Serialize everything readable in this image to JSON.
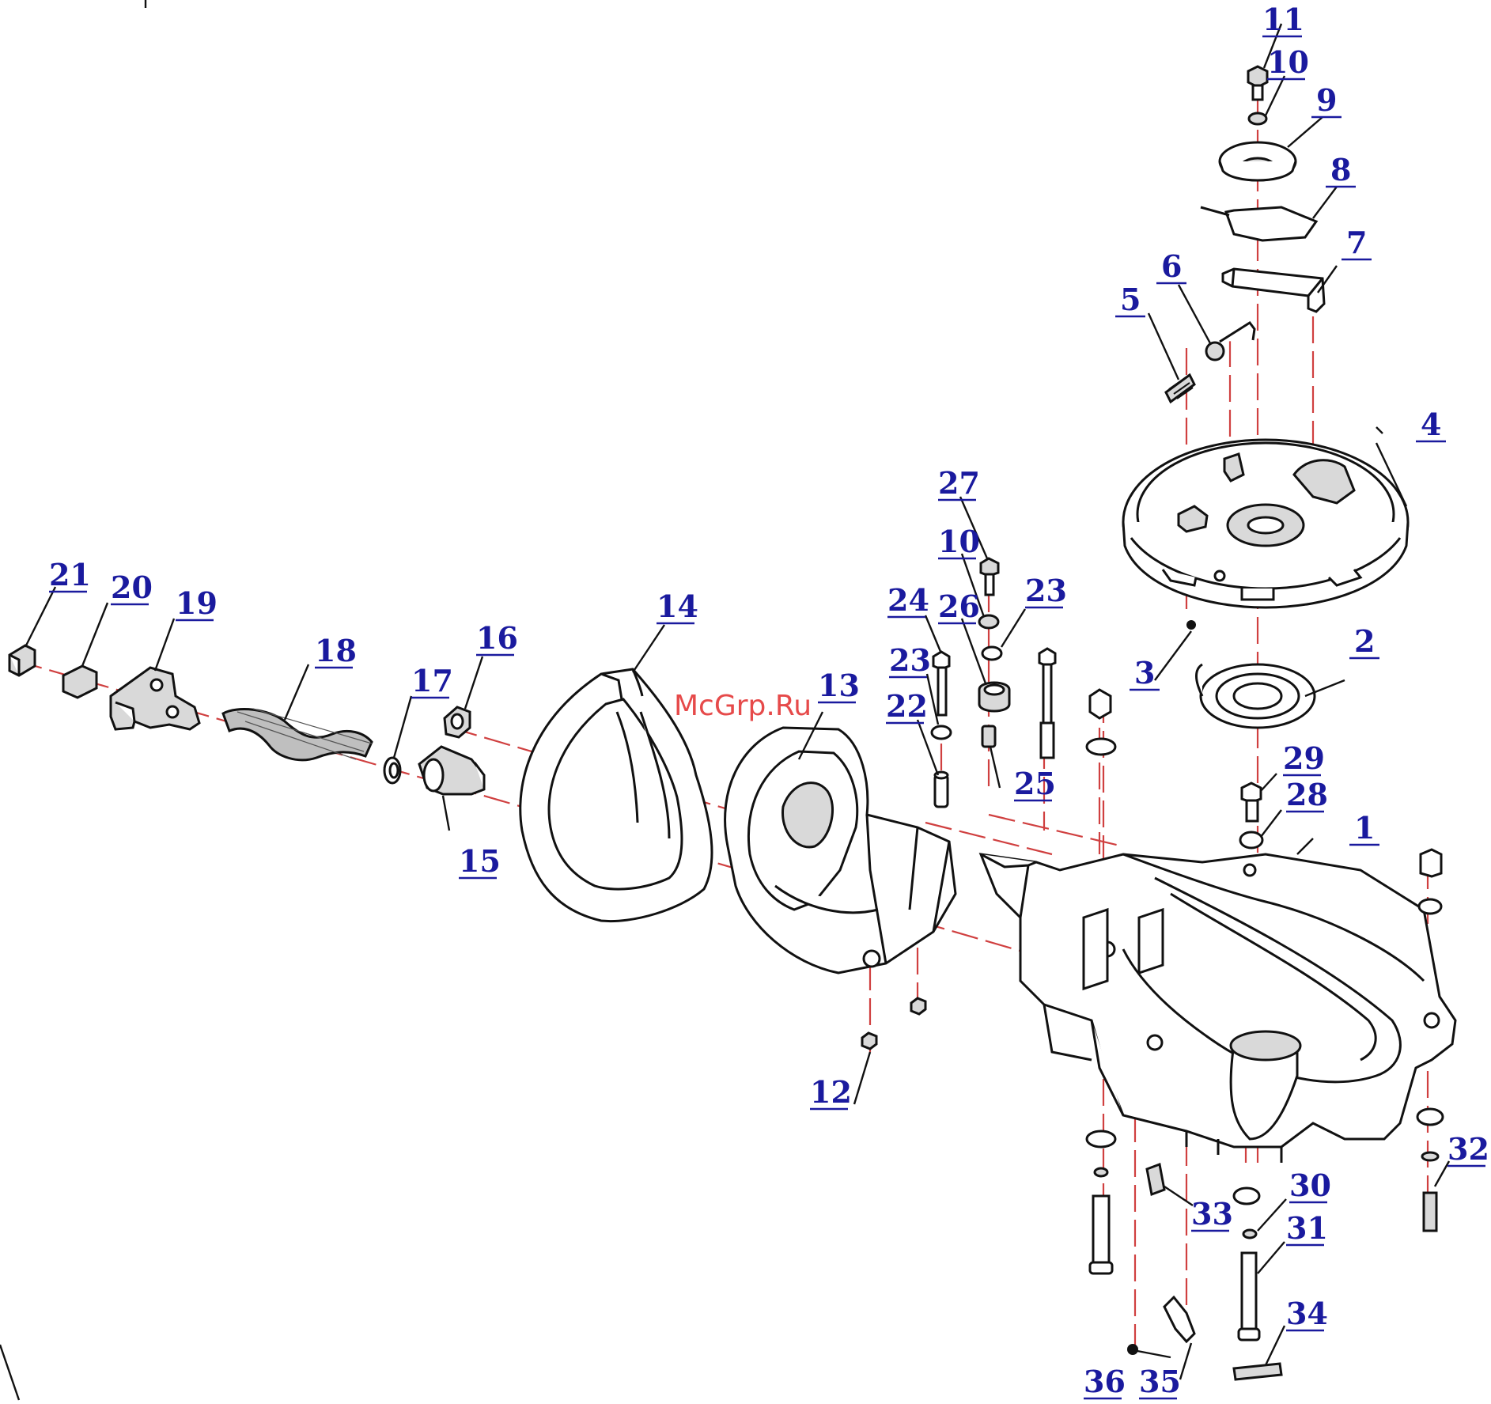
{
  "watermark": "McGrp.Ru",
  "labels": [
    {
      "id": "p1",
      "text": "1"
    },
    {
      "id": "p2",
      "text": "2"
    },
    {
      "id": "p3",
      "text": "3"
    },
    {
      "id": "p4",
      "text": "4"
    },
    {
      "id": "p5",
      "text": "5"
    },
    {
      "id": "p6",
      "text": "6"
    },
    {
      "id": "p7",
      "text": "7"
    },
    {
      "id": "p8",
      "text": "8"
    },
    {
      "id": "p9",
      "text": "9"
    },
    {
      "id": "p10a",
      "text": "10"
    },
    {
      "id": "p11",
      "text": "11"
    },
    {
      "id": "p12",
      "text": "12"
    },
    {
      "id": "p13",
      "text": "13"
    },
    {
      "id": "p14",
      "text": "14"
    },
    {
      "id": "p15",
      "text": "15"
    },
    {
      "id": "p16",
      "text": "16"
    },
    {
      "id": "p17",
      "text": "17"
    },
    {
      "id": "p18",
      "text": "18"
    },
    {
      "id": "p19",
      "text": "19"
    },
    {
      "id": "p20",
      "text": "20"
    },
    {
      "id": "p21",
      "text": "21"
    },
    {
      "id": "p22",
      "text": "22"
    },
    {
      "id": "p23a",
      "text": "23"
    },
    {
      "id": "p23b",
      "text": "23"
    },
    {
      "id": "p24",
      "text": "24"
    },
    {
      "id": "p25",
      "text": "25"
    },
    {
      "id": "p26",
      "text": "26"
    },
    {
      "id": "p27",
      "text": "27"
    },
    {
      "id": "p10b",
      "text": "10"
    },
    {
      "id": "p28",
      "text": "28"
    },
    {
      "id": "p29",
      "text": "29"
    },
    {
      "id": "p30",
      "text": "30"
    },
    {
      "id": "p31",
      "text": "31"
    },
    {
      "id": "p32",
      "text": "32"
    },
    {
      "id": "p33",
      "text": "33"
    },
    {
      "id": "p34",
      "text": "34"
    },
    {
      "id": "p35",
      "text": "35"
    },
    {
      "id": "p36",
      "text": "36"
    }
  ]
}
